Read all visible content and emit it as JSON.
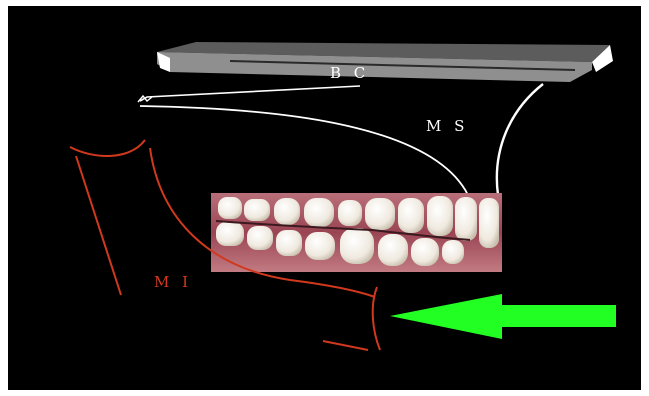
{
  "labels": {
    "bc": "B C",
    "ms": "M S",
    "mi": "M I"
  },
  "colors": {
    "background": "#000000",
    "bar_top": "#5f5f5f",
    "bar_front": "#8a8a8a",
    "wire": "#ffffff",
    "lower_outline": "#d0391d",
    "arrow": "#22ff22"
  },
  "components": {
    "bar": "bite-bar",
    "upper_wire": "upper-suspension-wire",
    "lower_outline": "lower-jaw-outline",
    "teeth": "teeth-photo",
    "arrow": "forward-pointing-arrow"
  }
}
